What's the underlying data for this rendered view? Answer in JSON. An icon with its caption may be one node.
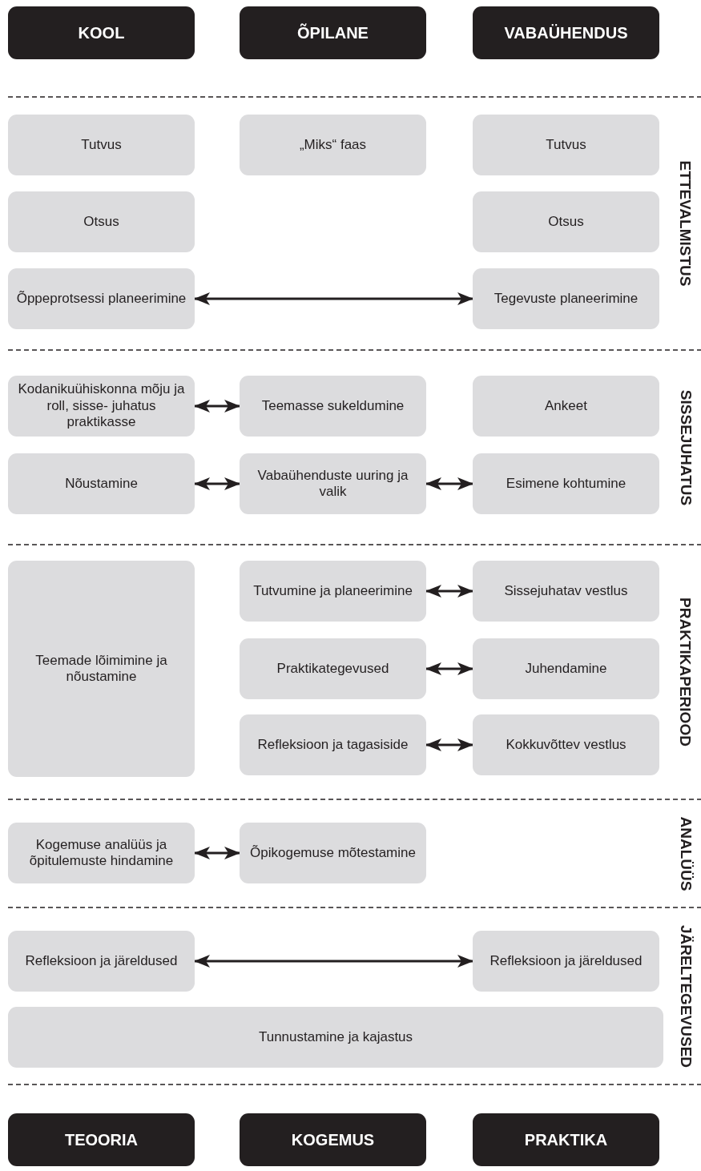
{
  "diagram": {
    "nodes": [
      {
        "text": [
          "KOOL"
        ]
      },
      {
        "text": [
          "ÕPILANE"
        ]
      },
      {
        "text": [
          "VABAÜHENDUS"
        ]
      },
      {
        "text": [
          "Tutvus"
        ]
      },
      {
        "text": [
          "„Miks“ faas"
        ]
      },
      {
        "text": [
          "Tutvus"
        ]
      },
      {
        "text": [
          "Otsus"
        ]
      },
      {
        "text": [
          "Otsus"
        ]
      },
      {
        "text": [
          "Õppeprotsessi planeerimine"
        ]
      },
      {
        "text": [
          "Tegevuste planeerimine"
        ]
      },
      {
        "text": [
          "Kodanikuühiskonna mõju ja roll, sisse- juhatus praktikasse"
        ]
      },
      {
        "text": [
          "Teemasse sukeldumine"
        ]
      },
      {
        "text": [
          "Ankeet"
        ]
      },
      {
        "text": [
          "Nõustamine"
        ]
      },
      {
        "text": [
          "Vabaühenduste uuring ja valik"
        ]
      },
      {
        "text": [
          "Esimene kohtumine"
        ]
      },
      {
        "text": [
          "Teemade lõimimine ja nõustamine"
        ]
      },
      {
        "text": [
          "Tutvumine ja planeerimine"
        ]
      },
      {
        "text": [
          "Sissejuhatav vestlus"
        ]
      },
      {
        "text": [
          "Praktikategevused"
        ]
      },
      {
        "text": [
          "Juhendamine"
        ]
      },
      {
        "text": [
          "Refleksioon ja tagasiside"
        ]
      },
      {
        "text": [
          "Kokkuvõttev vestlus"
        ]
      },
      {
        "text": [
          "Kogemuse analüüs ja õpitulemuste hindamine"
        ]
      },
      {
        "text": [
          "Õpikogemuse mõtestamine"
        ]
      },
      {
        "text": [
          "Refleksioon ja järeldused"
        ]
      },
      {
        "text": [
          "Refleksioon ja järeldused"
        ]
      },
      {
        "text": [
          "Tunnustamine ja kajastus"
        ]
      },
      {
        "text": [
          "TEOORIA"
        ]
      },
      {
        "text": [
          "KOGEMUS"
        ]
      },
      {
        "text": [
          "PRAKTIKA"
        ]
      }
    ],
    "edges": [
      {
        "from": 8,
        "to": 9,
        "arrow": "both"
      },
      {
        "from": 10,
        "to": 11,
        "arrow": "both"
      },
      {
        "from": 13,
        "to": 14,
        "arrow": "both"
      },
      {
        "from": 14,
        "to": 15,
        "arrow": "both"
      },
      {
        "from": 17,
        "to": 18,
        "arrow": "both"
      },
      {
        "from": 19,
        "to": 20,
        "arrow": "both"
      },
      {
        "from": 21,
        "to": 22,
        "arrow": "both"
      },
      {
        "from": 23,
        "to": 24,
        "arrow": "both"
      },
      {
        "from": 25,
        "to": 26,
        "arrow": "both"
      }
    ],
    "labels": [
      "ETTEVALMISTUS",
      "SISSEJUHATUS",
      "PRAKTIKAPERIOOD",
      "ANALÜÜS",
      "JÄRELTEGEVUSED"
    ]
  }
}
